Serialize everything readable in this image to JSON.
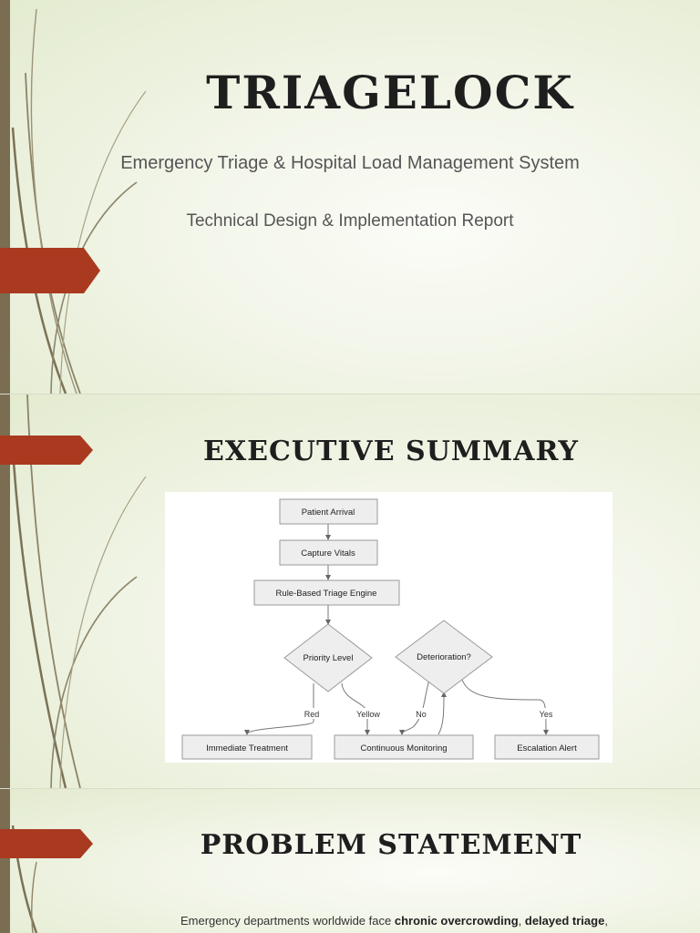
{
  "title_slide": {
    "title": "TRIAGELOCK",
    "subtitle": "Emergency Triage & Hospital Load Management System",
    "report_type": "Technical Design & Implementation Report"
  },
  "summary_slide": {
    "title": "EXECUTIVE SUMMARY",
    "flowchart": {
      "nodes": {
        "patient_arrival": "Patient Arrival",
        "capture_vitals": "Capture Vitals",
        "triage_engine": "Rule-Based Triage Engine",
        "priority_level": "Priority Level",
        "deterioration": "Deterioration?",
        "immediate_treatment": "Immediate Treatment",
        "continuous_monitoring": "Continuous Monitoring",
        "escalation_alert": "Escalation Alert"
      },
      "edges": {
        "red": "Red",
        "yellow": "Yellow",
        "no": "No",
        "yes": "Yes"
      }
    }
  },
  "problem_slide": {
    "title": "PROBLEM STATEMENT",
    "text_start": "Emergency departments worldwide face ",
    "bold_1": "chronic overcrowding",
    "sep": ", ",
    "bold_2": "delayed triage",
    "text_end": ","
  },
  "colors": {
    "accent": "#a93a20",
    "left_bar": "#7a6d52",
    "background": "#eef2e2"
  }
}
